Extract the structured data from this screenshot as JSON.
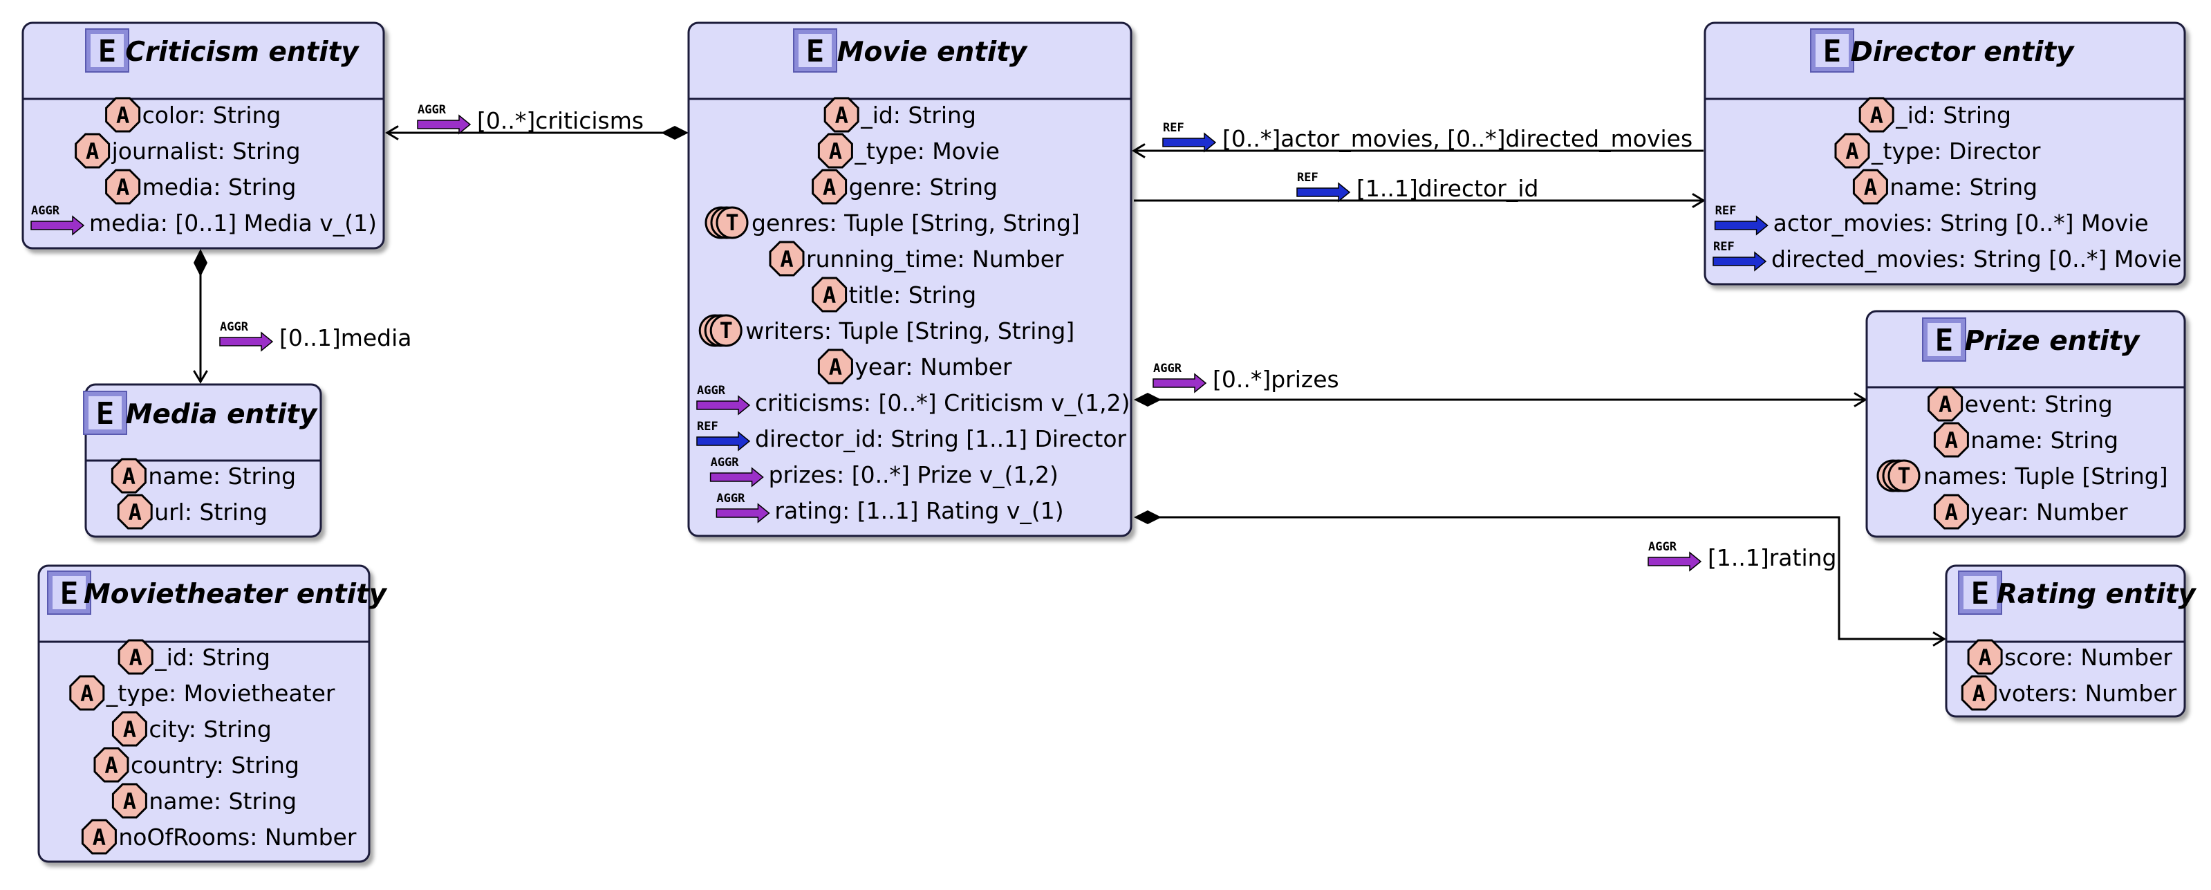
{
  "colors": {
    "entity_fill": "#dcdcfa",
    "entity_stroke": "#1a1a3a",
    "entity_icon_bg": "#8c8cd8",
    "entity_icon_inner": "#d4d4fa",
    "attr_badge_fill": "#f4bcb0",
    "aggr_arrow": "#9b30c8",
    "ref_arrow": "#1c2ed0",
    "line": "#000000"
  },
  "entities": {
    "criticism": {
      "icon_letter": "E",
      "title": "Criticism entity",
      "attributes": [
        {
          "kind": "A",
          "text": "color: String"
        },
        {
          "kind": "A",
          "text": "journalist: String"
        },
        {
          "kind": "A",
          "text": "media: String"
        },
        {
          "kind": "AGGR",
          "text": "media: [0..1] Media v_(1)"
        }
      ]
    },
    "media": {
      "icon_letter": "E",
      "title": "Media entity",
      "attributes": [
        {
          "kind": "A",
          "text": "name: String"
        },
        {
          "kind": "A",
          "text": "url: String"
        }
      ]
    },
    "movietheater": {
      "icon_letter": "E",
      "title": "Movietheater entity",
      "attributes": [
        {
          "kind": "A",
          "text": "_id: String"
        },
        {
          "kind": "A",
          "text": "_type: Movietheater"
        },
        {
          "kind": "A",
          "text": "city: String"
        },
        {
          "kind": "A",
          "text": "country: String"
        },
        {
          "kind": "A",
          "text": "name: String"
        },
        {
          "kind": "A",
          "text": "noOfRooms: Number"
        }
      ]
    },
    "movie": {
      "icon_letter": "E",
      "title": "Movie entity",
      "attributes": [
        {
          "kind": "A",
          "text": "_id: String"
        },
        {
          "kind": "A",
          "text": "_type: Movie"
        },
        {
          "kind": "A",
          "text": "genre: String"
        },
        {
          "kind": "T",
          "text": "genres: Tuple [String, String]"
        },
        {
          "kind": "A",
          "text": "running_time: Number"
        },
        {
          "kind": "A",
          "text": "title: String"
        },
        {
          "kind": "T",
          "text": "writers: Tuple [String, String]"
        },
        {
          "kind": "A",
          "text": "year: Number"
        },
        {
          "kind": "AGGR",
          "text": "criticisms: [0..*] Criticism v_(1,2)"
        },
        {
          "kind": "REF",
          "text": "director_id: String [1..1] Director"
        },
        {
          "kind": "AGGR",
          "text": "prizes: [0..*] Prize v_(1,2)"
        },
        {
          "kind": "AGGR",
          "text": "rating: [1..1] Rating v_(1)"
        }
      ]
    },
    "director": {
      "icon_letter": "E",
      "title": "Director entity",
      "attributes": [
        {
          "kind": "A",
          "text": "_id: String"
        },
        {
          "kind": "A",
          "text": "_type: Director"
        },
        {
          "kind": "A",
          "text": "name: String"
        },
        {
          "kind": "REF",
          "text": "actor_movies: String [0..*] Movie"
        },
        {
          "kind": "REF",
          "text": "directed_movies: String [0..*] Movie"
        }
      ]
    },
    "prize": {
      "icon_letter": "E",
      "title": "Prize entity",
      "attributes": [
        {
          "kind": "A",
          "text": "event: String"
        },
        {
          "kind": "A",
          "text": "name: String"
        },
        {
          "kind": "T",
          "text": "names: Tuple [String]"
        },
        {
          "kind": "A",
          "text": "year: Number"
        }
      ]
    },
    "rating": {
      "icon_letter": "E",
      "title": "Rating entity",
      "attributes": [
        {
          "kind": "A",
          "text": "score: Number"
        },
        {
          "kind": "A",
          "text": "voters: Number"
        }
      ]
    }
  },
  "badges": {
    "attribute": "A",
    "tuple": "T",
    "aggregate_tag": "AGGR",
    "reference_tag": "REF"
  },
  "connections": {
    "criticisms": {
      "tag": "AGGR",
      "label": "[0..*]criticisms"
    },
    "media": {
      "tag": "AGGR",
      "label": "[0..1]media"
    },
    "director_refs": {
      "tag": "REF",
      "label": "[0..*]actor_movies, [0..*]directed_movies"
    },
    "director_id": {
      "tag": "REF",
      "label": "[1..1]director_id"
    },
    "prizes": {
      "tag": "AGGR",
      "label": "[0..*]prizes"
    },
    "rating": {
      "tag": "AGGR",
      "label": "[1..1]rating"
    }
  }
}
